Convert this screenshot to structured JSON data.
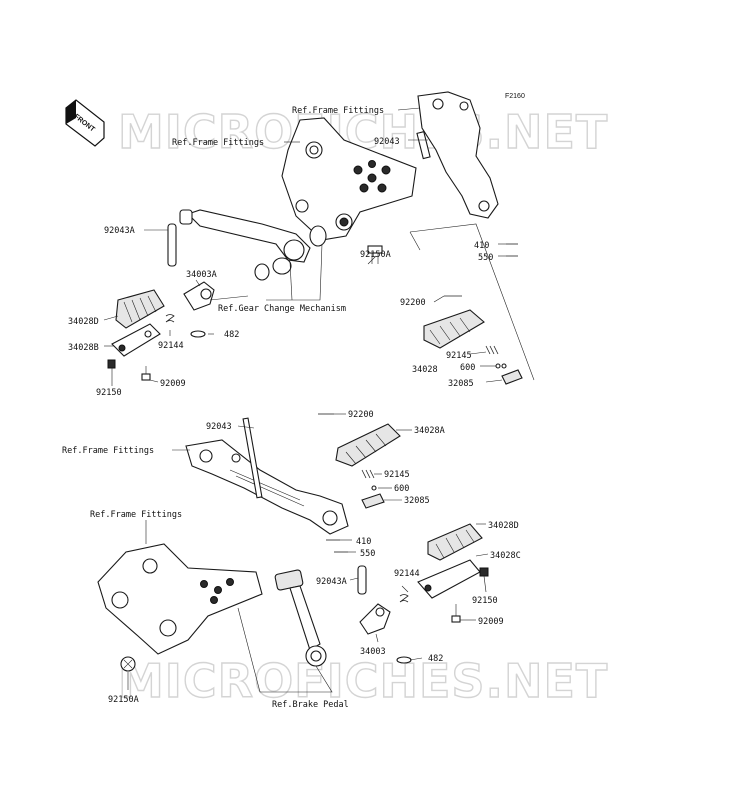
{
  "diagram": {
    "code": "F2160",
    "front_badge": "FRONT",
    "watermark": "MICROFICHES.NET",
    "labels": {
      "ref_frame_fittings_1": "Ref.Frame Fittings",
      "ref_frame_fittings_2": "Ref.Frame Fittings",
      "ref_frame_fittings_3": "Ref.Frame Fittings",
      "ref_frame_fittings_4": "Ref.Frame Fittings",
      "ref_gear_change": "Ref.Gear Change Mechanism",
      "ref_brake_pedal": "Ref.Brake Pedal",
      "p92043_top": "92043",
      "p92043A_top": "92043A",
      "p34003A": "34003A",
      "p34028D_top": "34028D",
      "p34028B": "34028B",
      "p92144_top": "92144",
      "p482_top": "482",
      "p92150_top": "92150",
      "p92009_top": "92009",
      "p92150A_top": "92150A",
      "p410_top": "410",
      "p550_top": "550",
      "p92200_top": "92200",
      "p92145_top": "92145",
      "p600_top": "600",
      "p34028_top": "34028",
      "p32085_top": "32085",
      "p92043_bot": "92043",
      "p92200_bot": "92200",
      "p34028A": "34028A",
      "p92145_bot": "92145",
      "p600_bot": "600",
      "p32085_bot": "32085",
      "p410_bot": "410",
      "p550_bot": "550",
      "p34028D_bot": "34028D",
      "p34028C": "34028C",
      "p92043A_bot": "92043A",
      "p92144_bot": "92144",
      "p92150_bot": "92150",
      "p92009_bot": "92009",
      "p34003": "34003",
      "p482_bot": "482",
      "p92150A_bot": "92150A"
    }
  }
}
